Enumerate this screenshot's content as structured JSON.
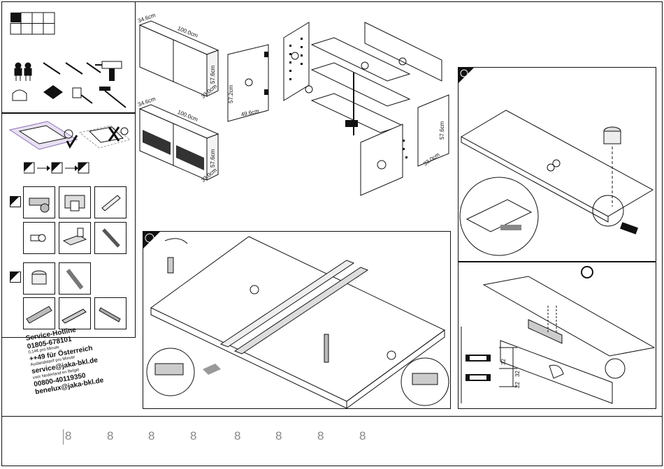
{
  "dimensions": {
    "top_cabinet": {
      "depth": "34.6cm",
      "width": "100.0cm",
      "height": "57.6cm",
      "inner_depth": "33.0cm"
    },
    "bottom_cabinet": {
      "depth": "34.6cm",
      "width": "100.0cm",
      "height": "57.6cm",
      "inner_depth": "33.0cm"
    },
    "door": {
      "height": "57.2cm",
      "width": "49.6cm"
    },
    "side_panel": {
      "height": "57.6cm",
      "depth": "33.0cm"
    }
  },
  "measurements": {
    "hinge_top": "32",
    "hinge_mid": "32",
    "hinge_bottom": "22"
  },
  "hotline": {
    "title": "Service-Hotline",
    "number_de": "01805-678101",
    "price": "0,14€ pro Minute",
    "number_at": "++49 für Österreich",
    "note_at": "Auslandstarif pro Minute",
    "email_service": "service@jaka-bkl.de",
    "note_nl": "voor Nederland en België",
    "number_nl": "00800-40119350",
    "email_benelux": "benelux@jaka-bkl.de"
  },
  "page_numbers": [
    "8",
    "8",
    "8",
    "8",
    "8",
    "8",
    "8",
    "8"
  ]
}
